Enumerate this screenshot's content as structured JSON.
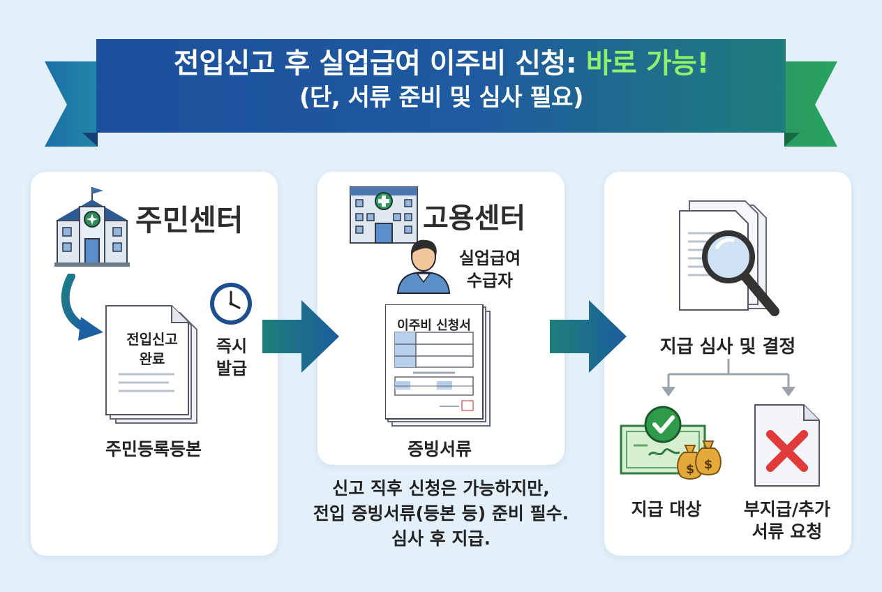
{
  "banner": {
    "title_main": "전입신고 후 실업급여 이주비 신청: ",
    "title_highlight": "바로 가능!",
    "subtitle": "(단, 서류 준비 및 심사 필요)"
  },
  "step1": {
    "title": "주민센터",
    "doc_text_line1": "전입신고",
    "doc_text_line2": "완료",
    "clock_label_line1": "즉시",
    "clock_label_line2": "발급",
    "caption": "주민등록등본"
  },
  "step2": {
    "title": "고용센터",
    "person_label_line1": "실업급여",
    "person_label_line2": "수급자",
    "form_title": "이주비 신청서",
    "caption": "증빙서류"
  },
  "note": {
    "line1": "신고 직후 신청은 가능하지만,",
    "line2": "전입 증빙서류(등본 등) 준비 필수.",
    "line3": "심사 후 지급."
  },
  "step3": {
    "title": "지급 심사 및 결정",
    "approve_label": "지급 대상",
    "reject_label_line1": "부지급/추가",
    "reject_label_line2": "서류 요청"
  },
  "colors": {
    "banner_blue": "#1f4f9a",
    "banner_green": "#2a9a5a",
    "highlight": "#8ff06b",
    "arrow": "#1d6fa0"
  }
}
